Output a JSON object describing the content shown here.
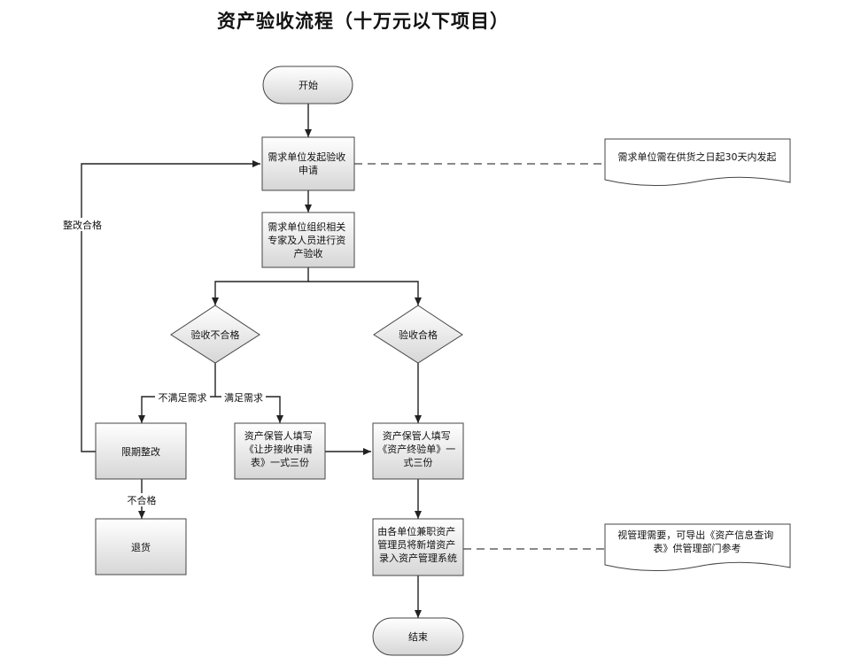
{
  "title": "资产验收流程（十万元以下项目）",
  "nodes": {
    "start": "开始",
    "apply": [
      "需求单位发起验收",
      "申请"
    ],
    "organize": [
      "需求单位组织相关",
      "专家及人员进行资",
      "产验收"
    ],
    "fail": "验收不合格",
    "pass": "验收合格",
    "rectify": "限期整改",
    "partial_form": [
      "资产保管人填写",
      "《让步接收申请",
      "表》一式三份"
    ],
    "final_form": [
      "资产保管人填写",
      "《资产终验单》一",
      "式三份"
    ],
    "return_goods": "退货",
    "entry": [
      "由各单位兼职资产",
      "管理员将新增资产",
      "录入资产管理系统"
    ],
    "end": "结束"
  },
  "notes": {
    "apply_note": "需求单位需在供货之日起30天内发起",
    "entry_note": [
      "视管理需要，可导出《资产信息查询",
      "表》供管理部门参考"
    ]
  },
  "edge_labels": {
    "rectified_ok": "整改合格",
    "not_meet": "不满足需求",
    "meet": "满足需求",
    "unqualified": "不合格"
  }
}
